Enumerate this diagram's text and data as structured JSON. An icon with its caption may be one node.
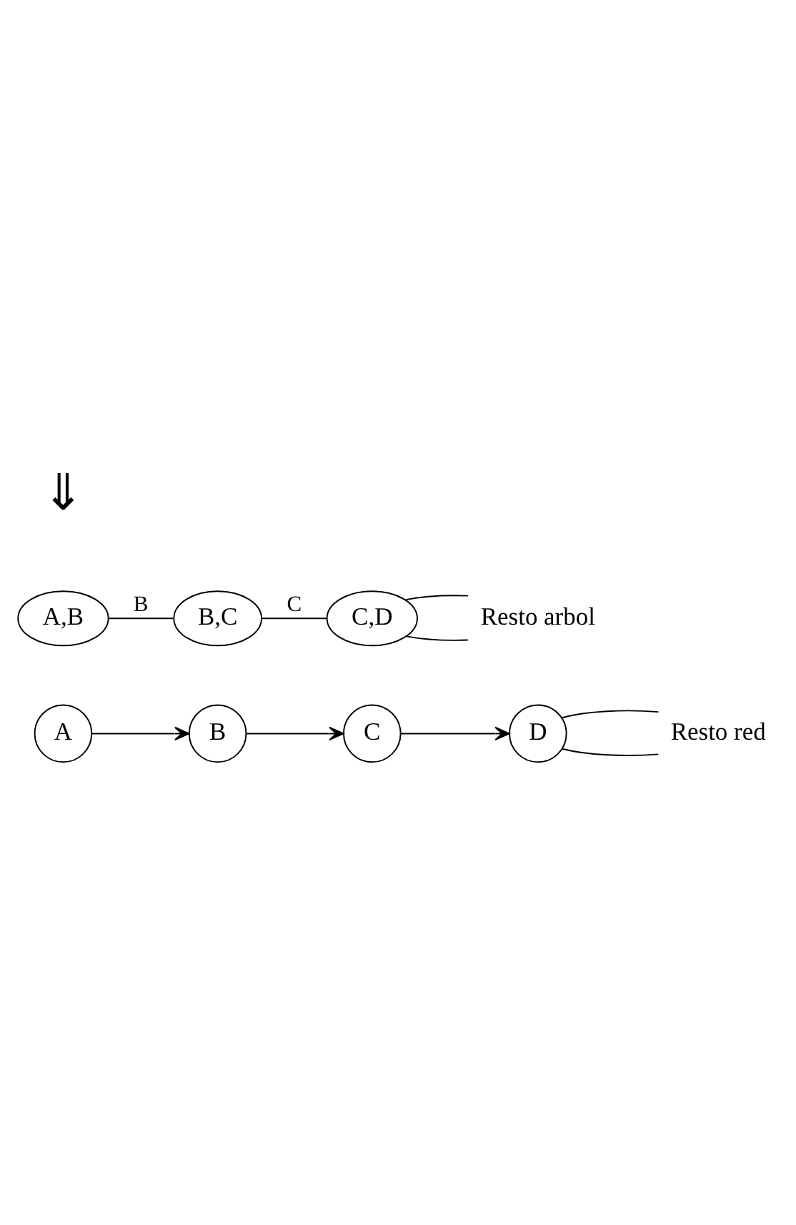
{
  "diagram": {
    "nodes": [
      {
        "text": [
          "A"
        ]
      },
      {
        "text": [
          "B"
        ]
      },
      {
        "text": [
          "C"
        ]
      },
      {
        "text": [
          "D"
        ]
      },
      {
        "text": [
          "Resto red"
        ]
      },
      {
        "text": [
          "A,B"
        ]
      },
      {
        "text": [
          "B,C"
        ]
      },
      {
        "text": [
          "C,D"
        ]
      },
      {
        "text": [
          "Resto arbol"
        ]
      }
    ],
    "edges": [
      {
        "from": 0,
        "to": 1,
        "arrow": "to"
      },
      {
        "from": 1,
        "to": 2,
        "arrow": "to"
      },
      {
        "from": 2,
        "to": 3,
        "arrow": "to"
      },
      {
        "from": 3,
        "to": 4,
        "arrow": "none"
      },
      {
        "from": 3,
        "to": 4,
        "arrow": "none"
      },
      {
        "from": 5,
        "to": 6,
        "label": "B",
        "arrow": "none"
      },
      {
        "from": 6,
        "to": 7,
        "label": "C",
        "arrow": "none"
      },
      {
        "from": 7,
        "to": 8,
        "arrow": "none"
      },
      {
        "from": 7,
        "to": 8,
        "arrow": "none"
      }
    ],
    "labels": [
      "⇓"
    ]
  }
}
